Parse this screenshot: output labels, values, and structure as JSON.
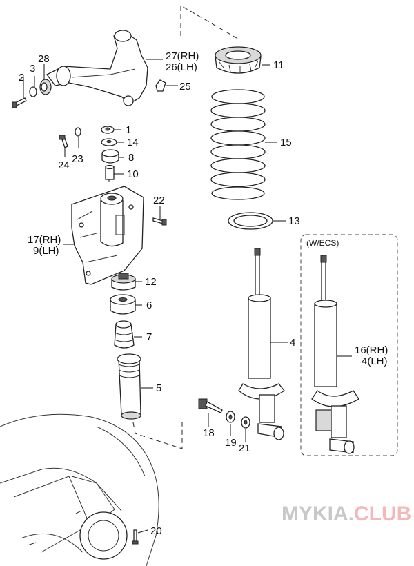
{
  "callouts": {
    "c1": "1",
    "c2": "2",
    "c3": "3",
    "c4": "4",
    "c5": "5",
    "c6": "6",
    "c7": "7",
    "c8": "8",
    "c10": "10",
    "c11": "11",
    "c12": "12",
    "c13": "13",
    "c14": "14",
    "c15": "15",
    "c18": "18",
    "c19": "19",
    "c20": "20",
    "c21": "21",
    "c22": "22",
    "c23": "23",
    "c24": "24",
    "c25": "25",
    "c28": "28",
    "c27rh": "27(RH)",
    "c26lh": "26(LH)",
    "c17rh": "17(RH)",
    "c9lh": "9(LH)",
    "c16rh": "16(RH)",
    "c4lh": "4(LH)"
  },
  "ecs_box_label": "(W/ECS)",
  "watermark": {
    "part1": "MYKIA.",
    "part2": "CLUB",
    "color1": "#c8c8c8",
    "color2": "#f4b8b8"
  }
}
